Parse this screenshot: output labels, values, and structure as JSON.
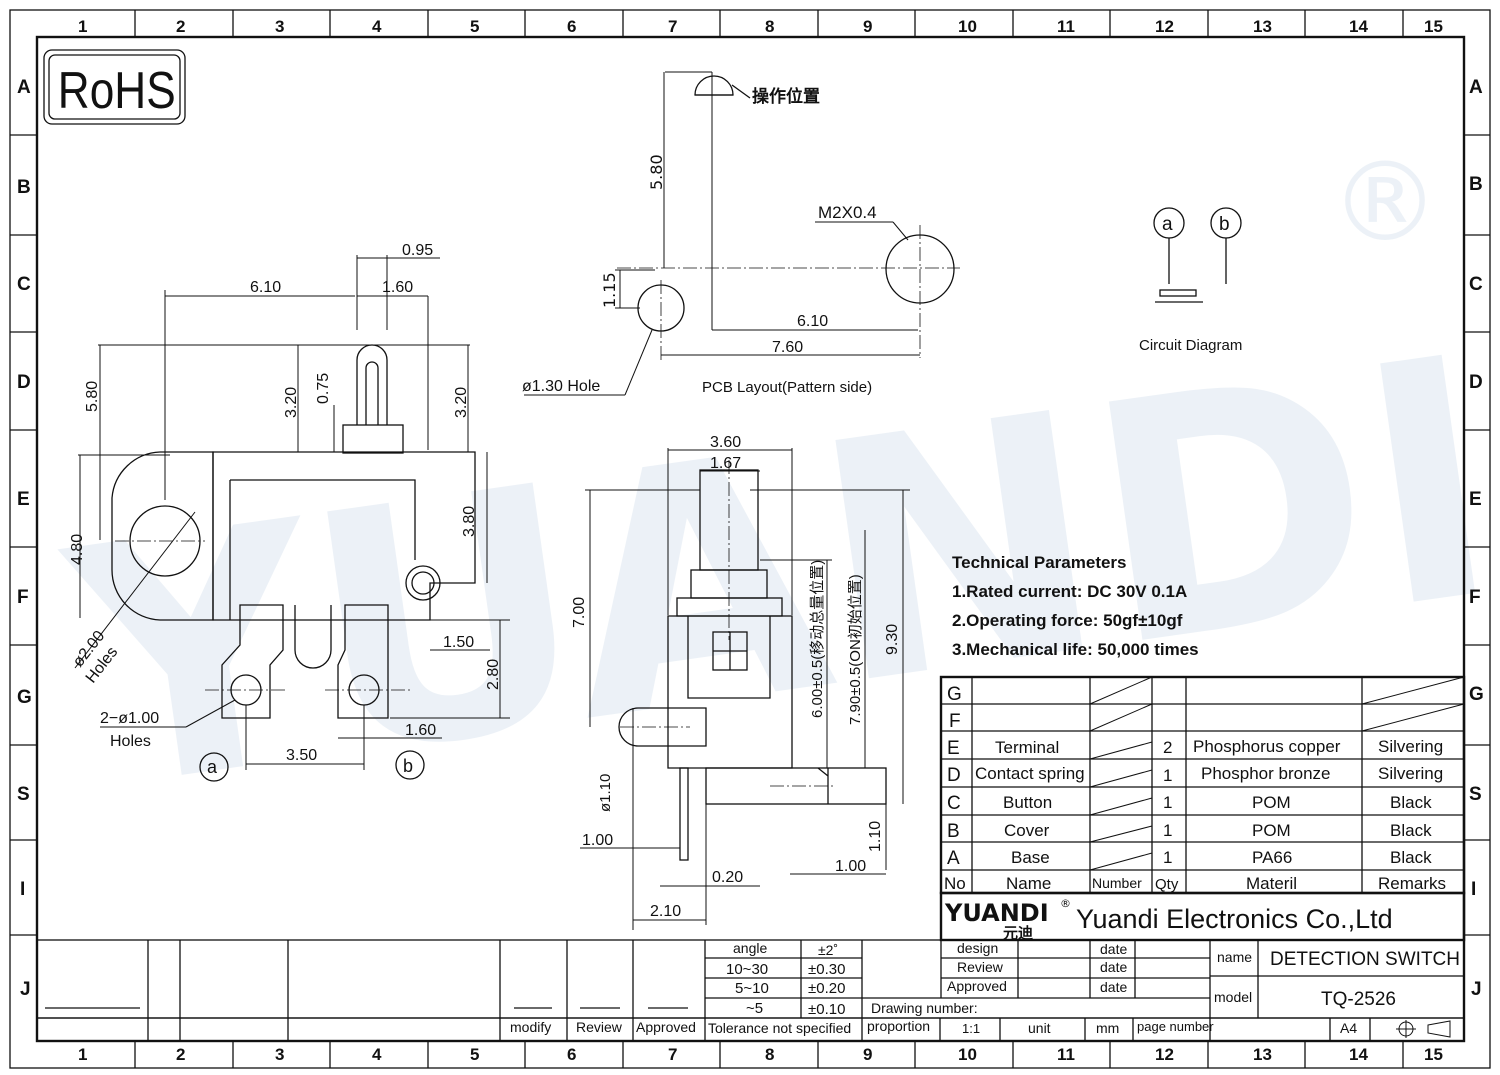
{
  "frame": {
    "col_labels": [
      "1",
      "2",
      "3",
      "4",
      "5",
      "6",
      "7",
      "8",
      "9",
      "10",
      "11",
      "12",
      "13",
      "14",
      "15"
    ],
    "row_labels": [
      "A",
      "B",
      "C",
      "D",
      "E",
      "F",
      "G",
      "S",
      "I",
      "J"
    ]
  },
  "rohs": "RoHS",
  "watermark": "YUANDI",
  "registered_mark": "®",
  "pcb_layout": {
    "operating_position": "操作位置",
    "thread_label": "M2X0.4",
    "hole_label": "ø1.30  Hole",
    "caption": "PCB  Layout(Pattern  side)",
    "dims": [
      "5.80",
      "1.15",
      "6.10",
      "7.60"
    ]
  },
  "circuit_diagram": {
    "label_a": "a",
    "label_b": "b",
    "caption": "Circuit  Diagram"
  },
  "side_view": {
    "dims": [
      "0.95",
      "6.10",
      "1.60",
      "5.80",
      "3.20",
      "0.75",
      "3.20",
      "4.80",
      "3.80",
      "1.50",
      "2.80",
      "1.60",
      "3.50"
    ],
    "hole_label_big": "ø2.00",
    "hole_label_big2": "Holes",
    "hole_label_small": "2−ø1.00",
    "hole_label_small2": "Holes",
    "terminal_a": "a",
    "terminal_b": "b"
  },
  "front_view": {
    "dims": [
      "3.60",
      "1.67",
      "7.00",
      "9.30",
      "ø1.10",
      "1.00",
      "0.20",
      "2.10",
      "1.10",
      "1.00"
    ],
    "travel_total": "6.00±0.5(移动总量位置)",
    "travel_on": "7.90±0.5(ON初始位置)"
  },
  "technical": {
    "title": "Technical Parameters",
    "items": [
      "1.Rated current: DC 30V 0.1A",
      "2.Operating force: 50gf±10gf",
      "3.Mechanical life: 50,000 times"
    ]
  },
  "bom": {
    "header": [
      "No",
      "Name",
      "Number",
      "Qty",
      "Materil",
      "Remarks"
    ],
    "rows": [
      {
        "no": "G",
        "name": "",
        "qty": "",
        "mat": "",
        "rem": ""
      },
      {
        "no": "F",
        "name": "",
        "qty": "",
        "mat": "",
        "rem": ""
      },
      {
        "no": "E",
        "name": "Terminal",
        "qty": "2",
        "mat": "Phosphorus copper",
        "rem": "Silvering"
      },
      {
        "no": "D",
        "name": "Contact spring",
        "qty": "1",
        "mat": "Phosphor bronze",
        "rem": "Silvering"
      },
      {
        "no": "C",
        "name": "Button",
        "qty": "1",
        "mat": "POM",
        "rem": "Black"
      },
      {
        "no": "B",
        "name": "Cover",
        "qty": "1",
        "mat": "POM",
        "rem": "Black"
      },
      {
        "no": "A",
        "name": "Base",
        "qty": "1",
        "mat": "PA66",
        "rem": "Black"
      }
    ]
  },
  "company": {
    "logo": "YUANDI",
    "logo_cn": "元迪",
    "logo_reg": "®",
    "name": "Yuandi Electronics Co.,Ltd"
  },
  "title_block": {
    "angle_label": "angle",
    "angle_tol": "±2˚",
    "range1": "10~30",
    "tol1": "±0.30",
    "range2": "5~10",
    "tol2": "±0.20",
    "range3": "~5",
    "tol3": "±0.10",
    "modify": "modify",
    "review": "Review",
    "approved": "Approved",
    "tol_note": "Tolerance not specified",
    "proportion": "proportion",
    "scale": "1:1",
    "unit": "unit",
    "unit_val": "mm",
    "page_number": "page number",
    "sheet": "A4",
    "drawing_number": "Drawing number:",
    "design": "design",
    "review2": "Review",
    "approved2": "Approved",
    "date1": "date",
    "date2": "date",
    "date3": "date",
    "name_label": "name",
    "name_val": "DETECTION SWITCH",
    "model_label": "model",
    "model_val": "TQ-2526"
  }
}
